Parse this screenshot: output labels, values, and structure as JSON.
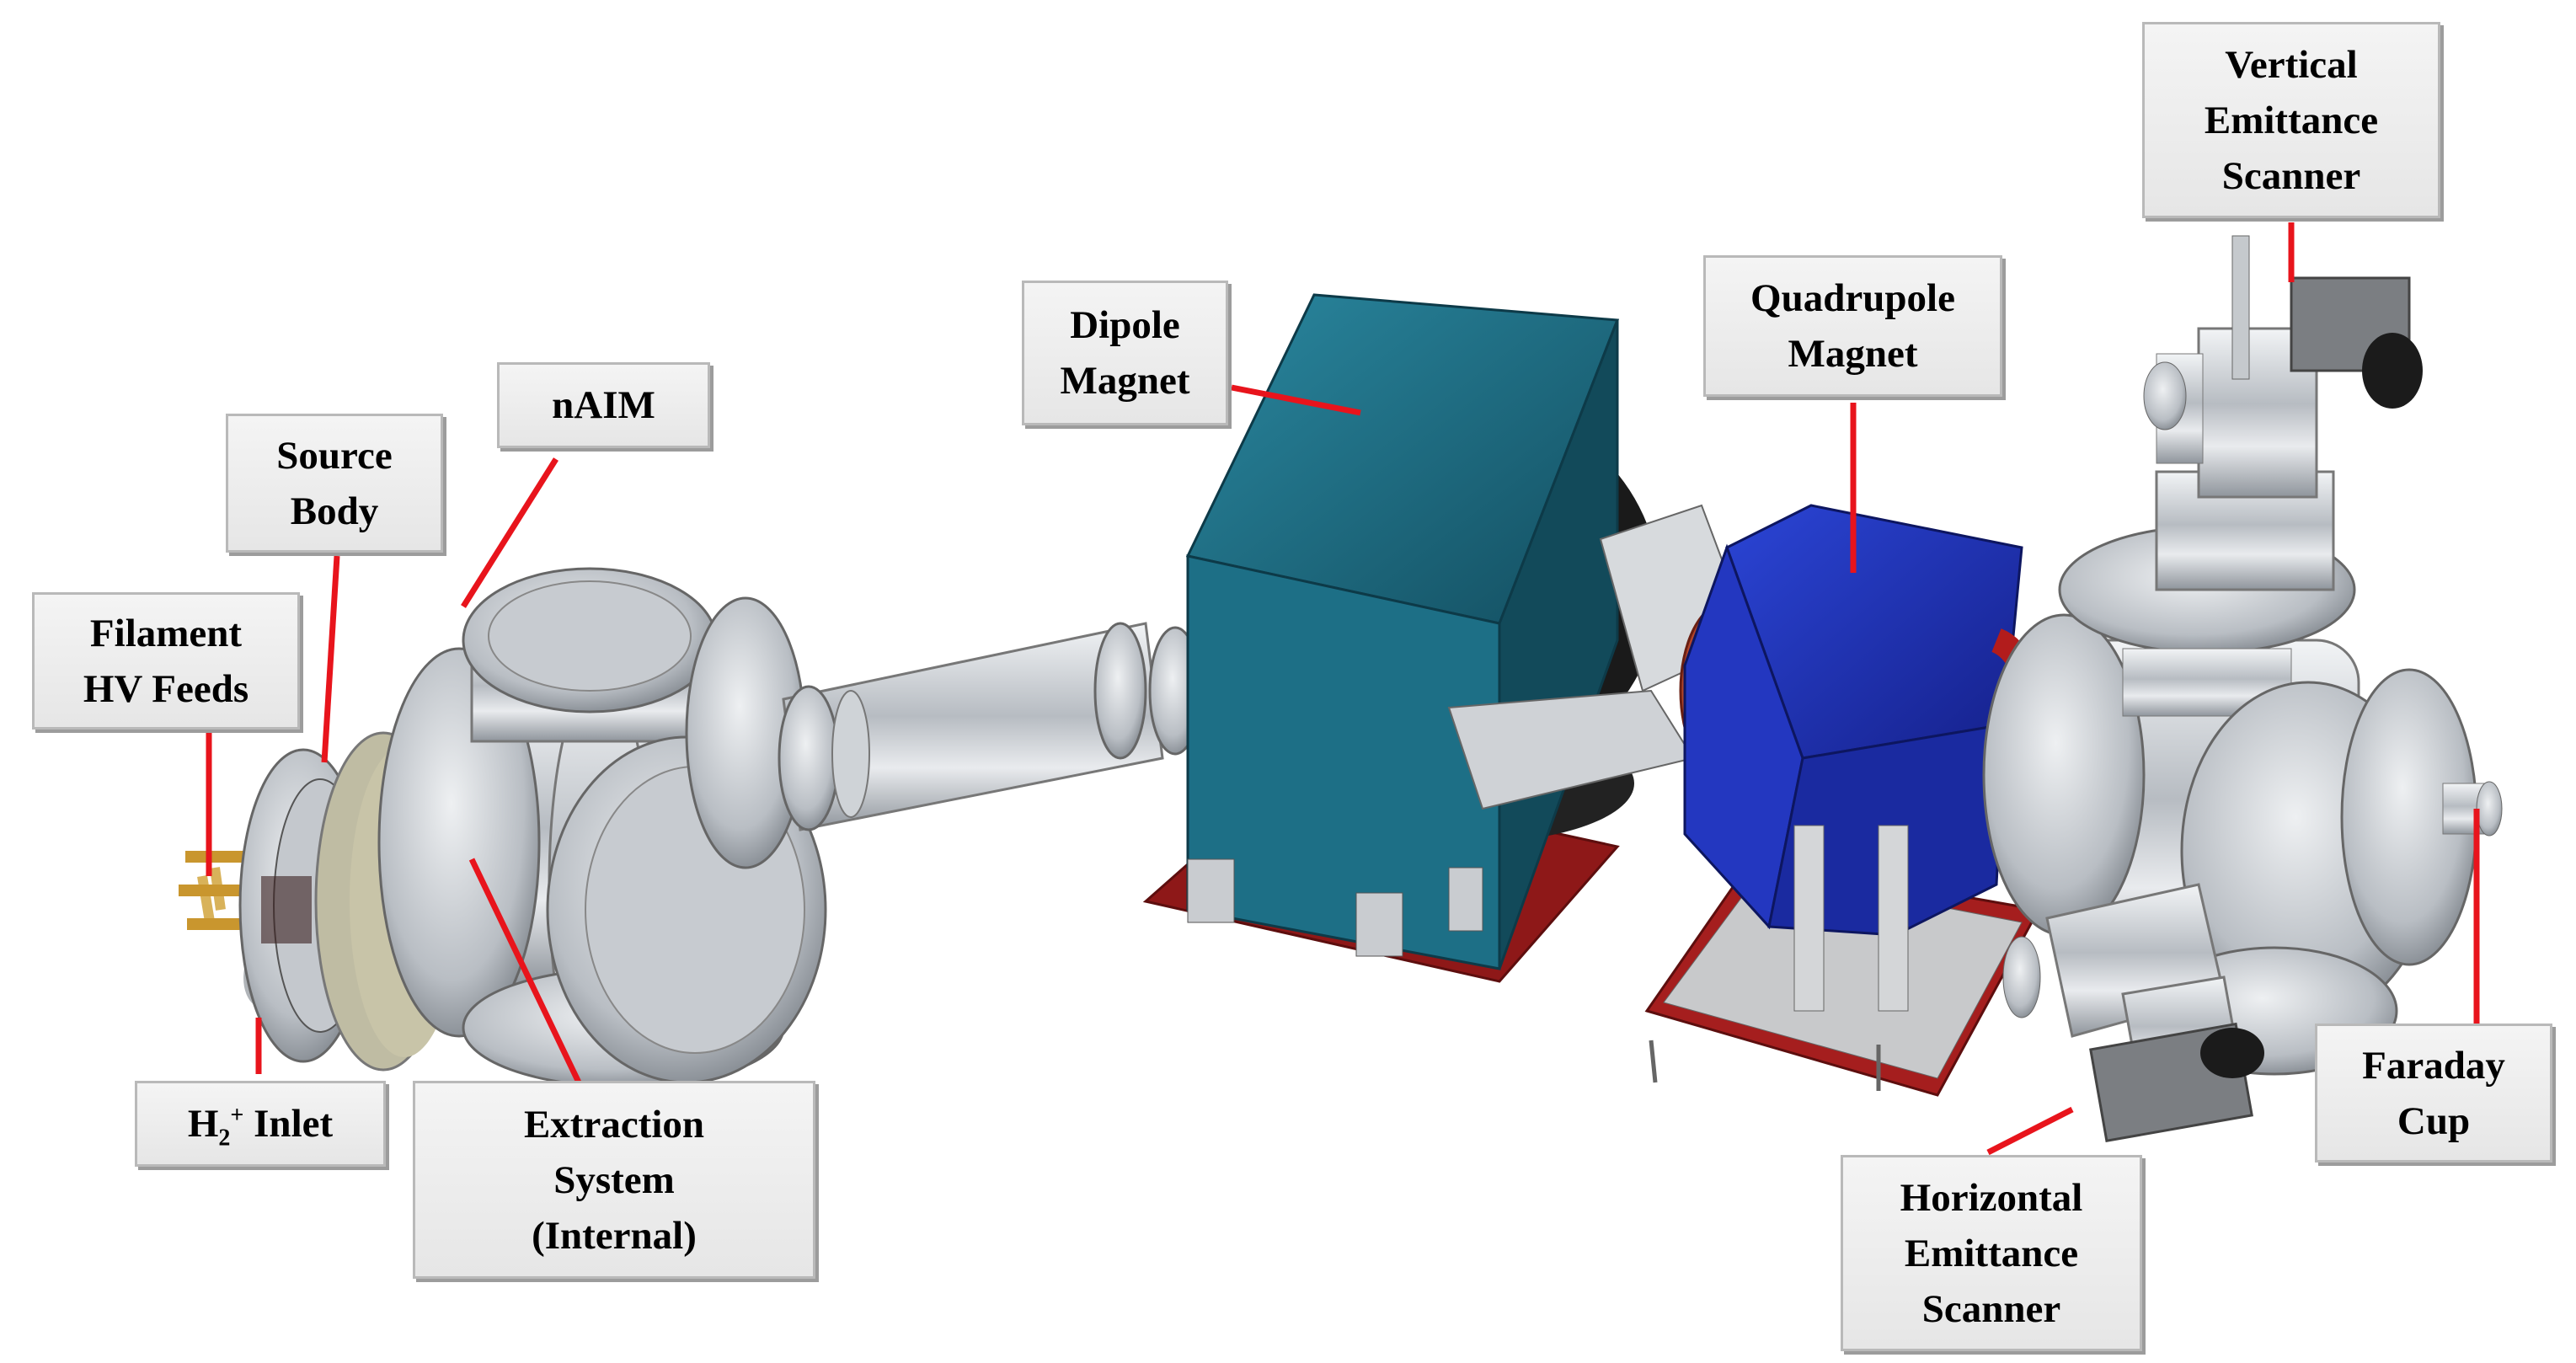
{
  "labels": {
    "filament_hv_feeds": "Filament\nHV Feeds",
    "source_body": "Source\nBody",
    "naim": "nAIM",
    "dipole_magnet": "Dipole\nMagnet",
    "quadrupole_magnet": "Quadrupole\nMagnet",
    "vertical_emittance_scanner": "Vertical\nEmittance\nScanner",
    "h2_inlet": {
      "base": "H",
      "sub": "2",
      "sup": "+",
      "rest": " Inlet"
    },
    "extraction_system": "Extraction\nSystem\n(Internal)",
    "horizontal_emittance_scanner": "Horizontal\nEmittance\nScanner",
    "faraday_cup": "Faraday\nCup"
  },
  "colors": {
    "leader_line": "#e8141c",
    "dipole_magnet": "#1b6a80",
    "quadrupole_magnet": "#1f2fb3",
    "stainless_steel": "#c9cdd2",
    "support_frame": "#9e1b1b"
  }
}
